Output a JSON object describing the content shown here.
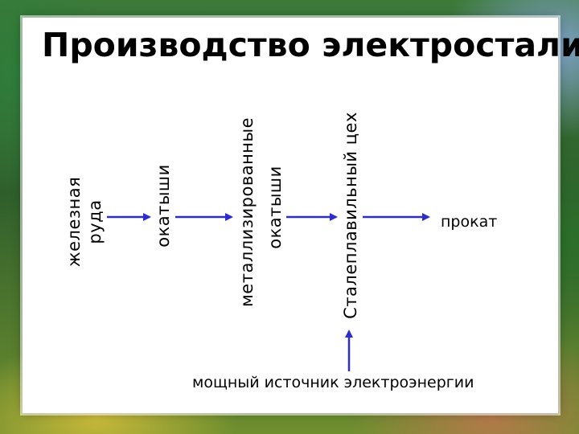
{
  "slide": {
    "title": "Производство электростали"
  },
  "diagram": {
    "nodes": {
      "iron_ore_line1": "железная",
      "iron_ore_line2": "руда",
      "pellets": "окатыши",
      "metallized_line1": "металлизированные",
      "metallized_line2": "окатыши",
      "steel_shop": "Сталеплавильный цех",
      "rolled_product": "прокат",
      "power_source": "мощный источник электроэнергии"
    },
    "arrow_color": "#2d2dcc"
  }
}
